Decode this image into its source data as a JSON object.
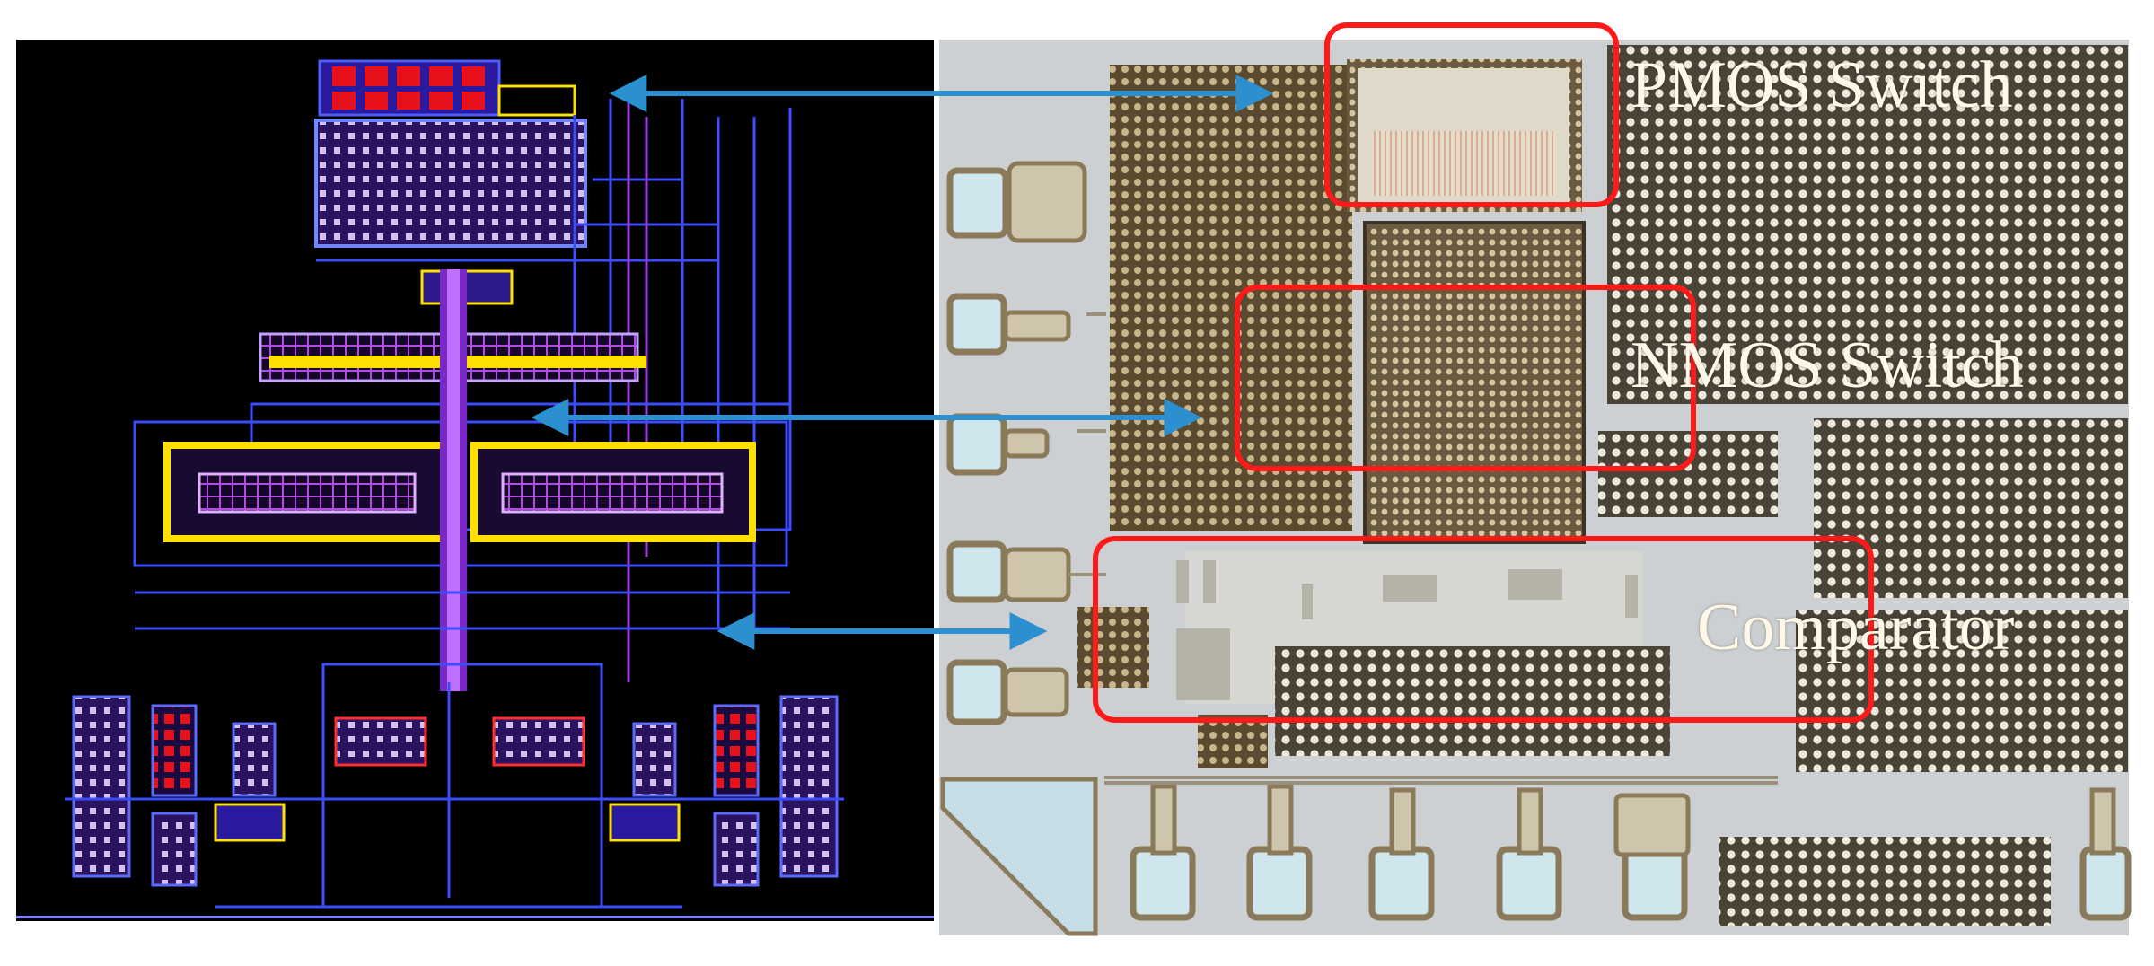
{
  "figure": {
    "labels": {
      "pmos": "PMOS Switch",
      "nmos": "NMOS Switch",
      "comparator": "Comparator"
    },
    "colors": {
      "arrow": "#2b8fd0",
      "highlight_box": "#ff1a1a",
      "layout_background": "#000000",
      "die_background": "#cdd0d2"
    }
  }
}
